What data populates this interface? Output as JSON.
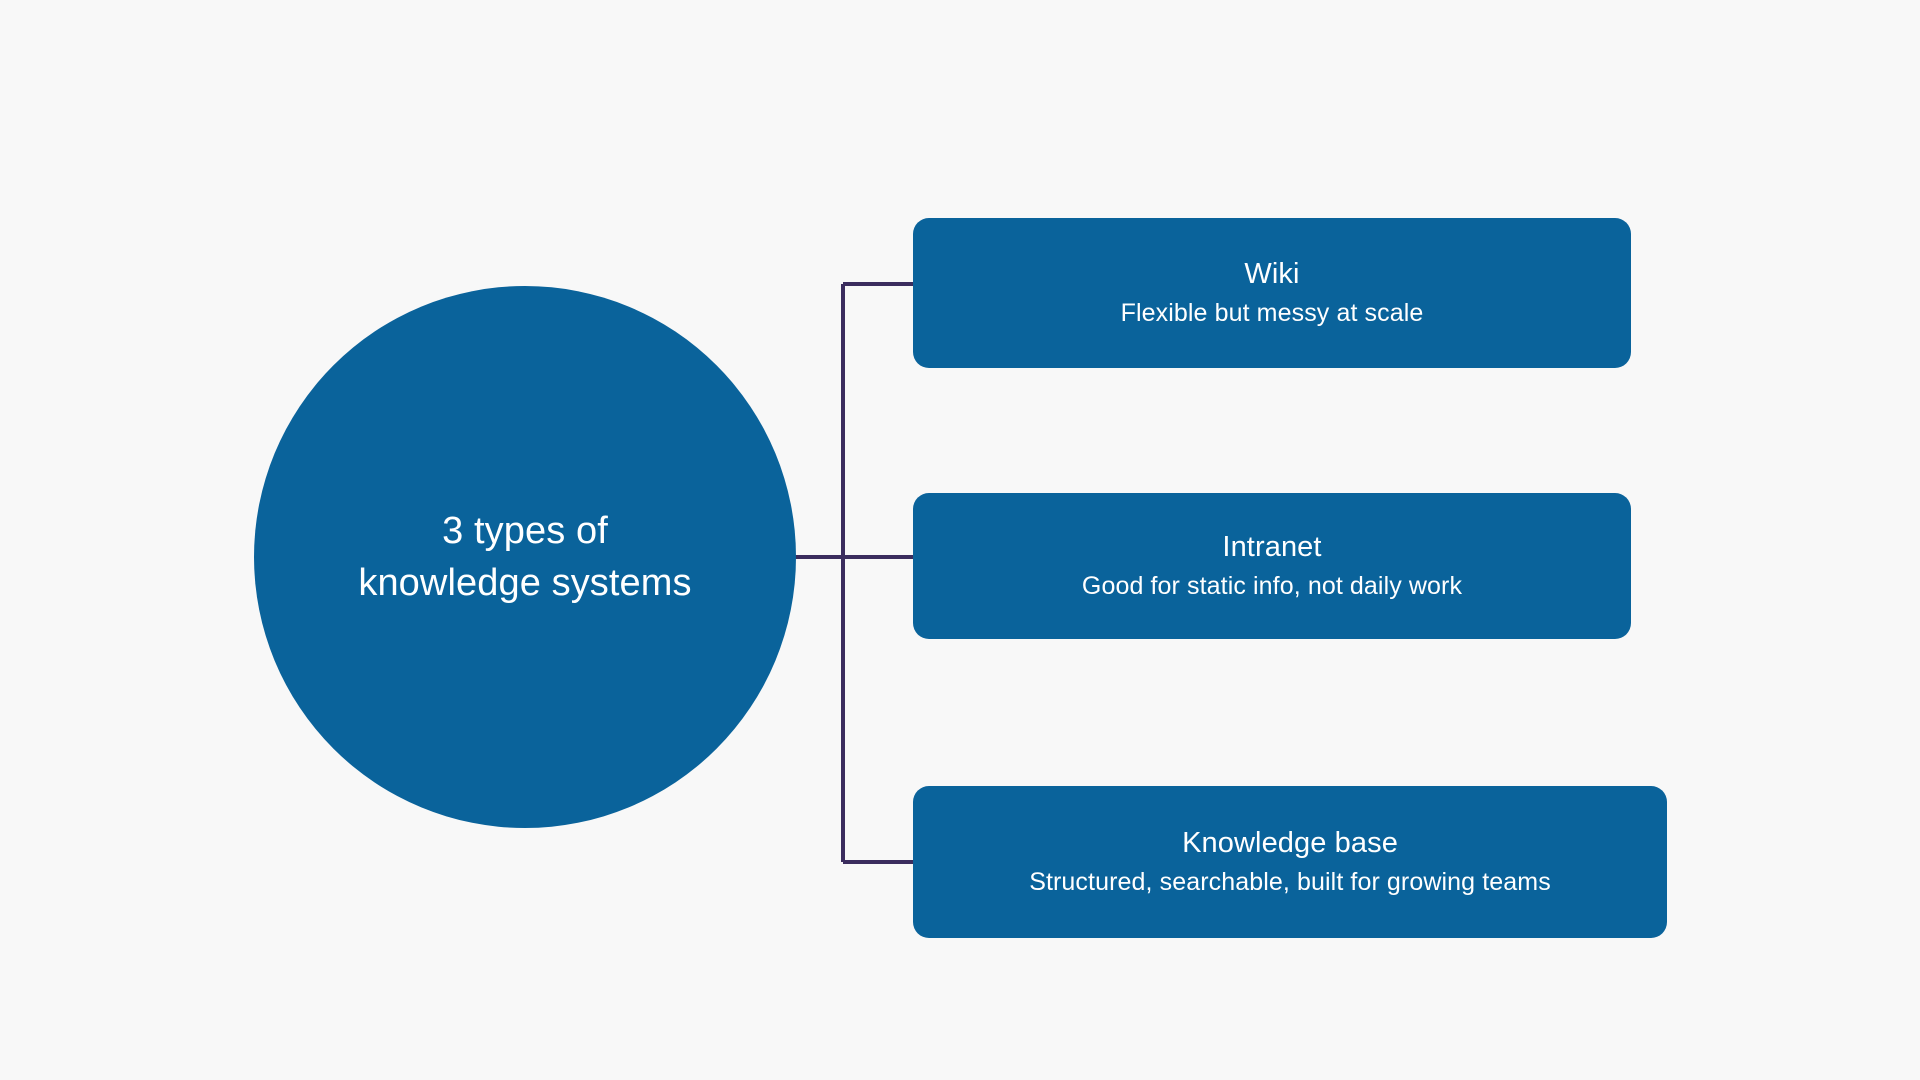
{
  "diagram": {
    "type": "mind-map",
    "background_color": "#f8f8f8",
    "node_color": "#0a639b",
    "connector_color": "#3b2d5e",
    "text_color": "#ffffff",
    "center": {
      "label": "3 types of\nknowledge systems",
      "line_1": "3 types of",
      "line_2": "knowledge systems",
      "shape": "circle"
    },
    "branches": [
      {
        "title": "Wiki",
        "description": "Flexible but messy at scale"
      },
      {
        "title": "Intranet",
        "description": "Good for static info, not daily work"
      },
      {
        "title": "Knowledge base",
        "description": "Structured, searchable, built for growing teams"
      }
    ]
  }
}
